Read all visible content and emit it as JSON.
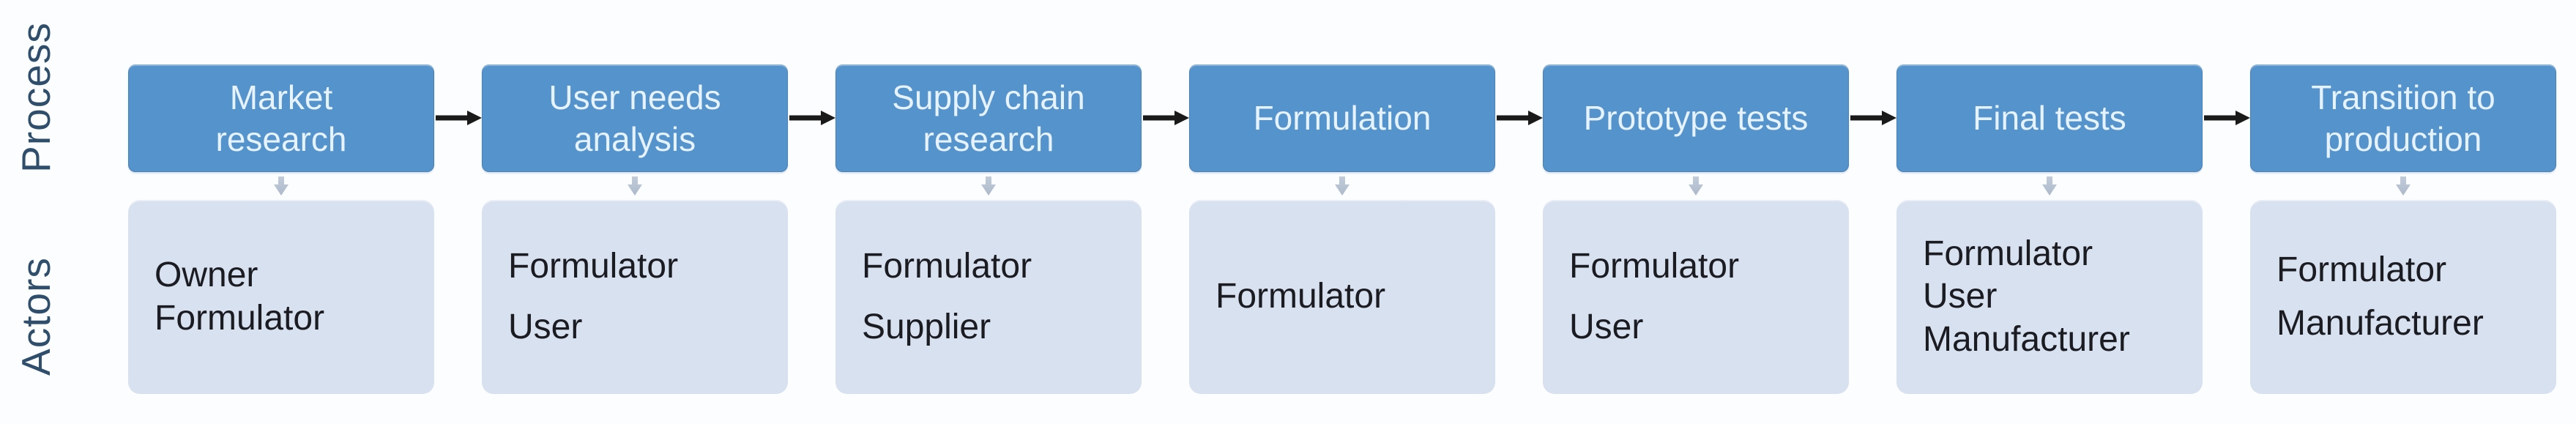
{
  "figure": {
    "row_labels": {
      "process": "Process",
      "actors": "Actors"
    }
  },
  "steps": [
    {
      "process": "Market research",
      "actors": [
        "Owner",
        "Formulator"
      ]
    },
    {
      "process": "User needs analysis",
      "actors": [
        "Formulator",
        "User"
      ]
    },
    {
      "process": "Supply chain research",
      "actors": [
        "Formulator",
        "Supplier"
      ]
    },
    {
      "process": "Formulation",
      "actors": [
        "Formulator"
      ]
    },
    {
      "process": "Prototype tests",
      "actors": [
        "Formulator",
        "User"
      ]
    },
    {
      "process": "Final tests",
      "actors": [
        "Formulator",
        "User",
        "Manufacturer"
      ]
    },
    {
      "process": "Transition to production",
      "actors": [
        "Formulator",
        "Manufacturer"
      ]
    }
  ],
  "colors": {
    "process_box_fill": "#5593CD",
    "process_box_text": "#E6F2FC",
    "actor_box_fill": "#D8E1EF",
    "actor_box_text": "#1B1B22",
    "row_label_text": "#2E4E6C",
    "flow_arrow": "#1A1A1A",
    "connector_arrow": "#A4B2C5"
  }
}
